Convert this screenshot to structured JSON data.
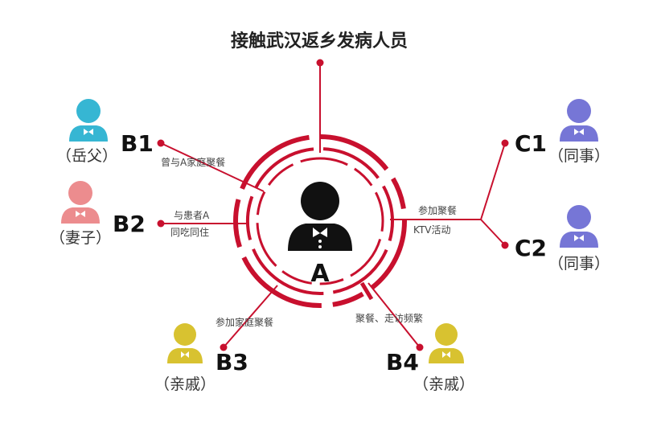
{
  "title": "接触武汉返乡发病人员",
  "center": {
    "label": "A"
  },
  "nodes": {
    "b1": {
      "label": "B1",
      "role": "（岳父）",
      "relation": "曾与A家庭聚餐",
      "color": "#36b6d3"
    },
    "b2": {
      "label": "B2",
      "role": "（妻子）",
      "relation_line1": "与患者A",
      "relation_line2": "同吃同住",
      "color": "#ec8c8e"
    },
    "b3": {
      "label": "B3",
      "role": "（亲戚）",
      "relation": "参加家庭聚餐",
      "color": "#d8c230"
    },
    "b4": {
      "label": "B4",
      "role": "（亲戚）",
      "relation": "聚餐、走访频繁",
      "color": "#d8c230"
    },
    "c1": {
      "label": "C1",
      "role": "（同事）",
      "color": "#7676d6"
    },
    "c2": {
      "label": "C2",
      "role": "（同事）",
      "color": "#7676d6"
    }
  },
  "c_relation_line1": "参加聚餐",
  "c_relation_line2": "KTV活动",
  "colors": {
    "accent": "#c8102e",
    "person_dark": "#111111"
  }
}
